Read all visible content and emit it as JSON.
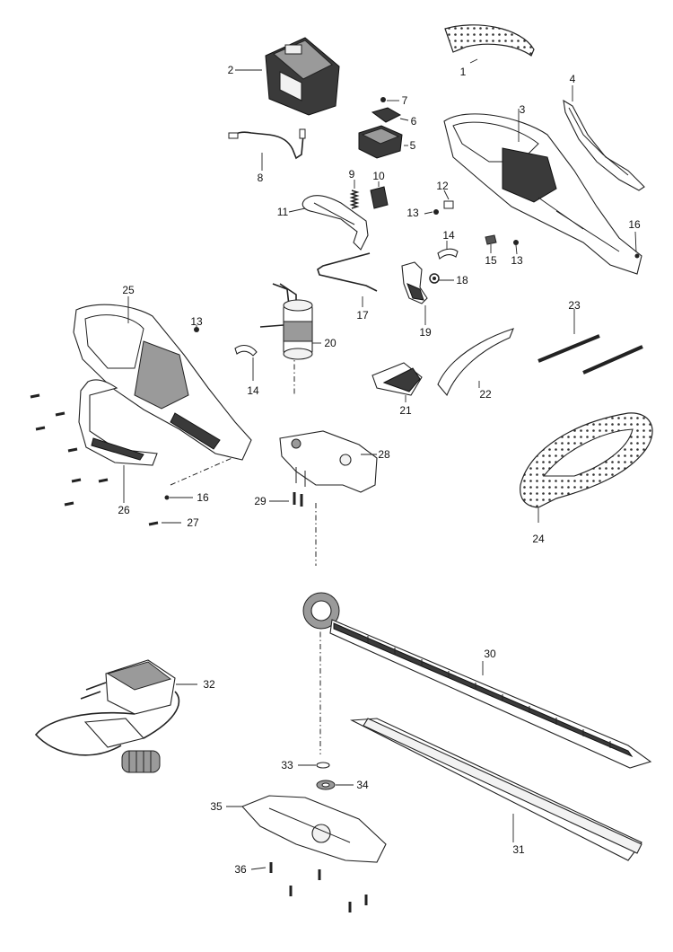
{
  "parts": [
    {
      "id": "p1",
      "label": "1"
    },
    {
      "id": "p2",
      "label": "2"
    },
    {
      "id": "p3",
      "label": "3"
    },
    {
      "id": "p4",
      "label": "4"
    },
    {
      "id": "p5",
      "label": "5"
    },
    {
      "id": "p6",
      "label": "6"
    },
    {
      "id": "p7",
      "label": "7"
    },
    {
      "id": "p8",
      "label": "8"
    },
    {
      "id": "p9",
      "label": "9"
    },
    {
      "id": "p10",
      "label": "10"
    },
    {
      "id": "p11",
      "label": "11"
    },
    {
      "id": "p12",
      "label": "12"
    },
    {
      "id": "p13",
      "label": "13"
    },
    {
      "id": "p14",
      "label": "14"
    },
    {
      "id": "p15",
      "label": "15"
    },
    {
      "id": "p16",
      "label": "16"
    },
    {
      "id": "p17",
      "label": "17"
    },
    {
      "id": "p18",
      "label": "18"
    },
    {
      "id": "p19",
      "label": "19"
    },
    {
      "id": "p20",
      "label": "20"
    },
    {
      "id": "p21",
      "label": "21"
    },
    {
      "id": "p22",
      "label": "22"
    },
    {
      "id": "p23",
      "label": "23"
    },
    {
      "id": "p24",
      "label": "24"
    },
    {
      "id": "p25",
      "label": "25"
    },
    {
      "id": "p26",
      "label": "26"
    },
    {
      "id": "p27",
      "label": "27"
    },
    {
      "id": "p28",
      "label": "28"
    },
    {
      "id": "p29",
      "label": "29"
    },
    {
      "id": "p30",
      "label": "30"
    },
    {
      "id": "p31",
      "label": "31"
    },
    {
      "id": "p32",
      "label": "32"
    },
    {
      "id": "p33",
      "label": "33"
    },
    {
      "id": "p34",
      "label": "34"
    },
    {
      "id": "p35",
      "label": "35"
    },
    {
      "id": "p36",
      "label": "36"
    }
  ]
}
